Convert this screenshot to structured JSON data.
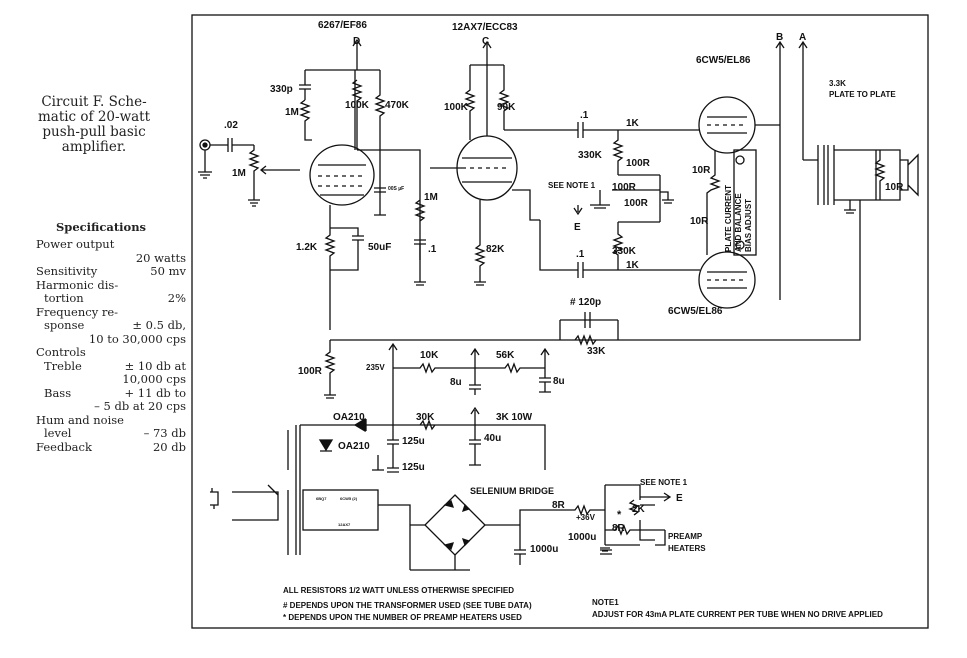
{
  "caption": [
    "Circuit F. Sche-",
    "matic of 20-watt",
    "push-pull basic",
    "amplifier."
  ],
  "specs": {
    "heading": "Specifications",
    "rows": [
      {
        "label": "Power output",
        "value": ""
      },
      {
        "label": "",
        "value": "20 watts"
      },
      {
        "label": "Sensitivity",
        "value": "50 mv"
      },
      {
        "label": "Harmonic dis-",
        "value": ""
      },
      {
        "label": "tortion",
        "value": "2%",
        "indent": true
      },
      {
        "label": "Frequency re-",
        "value": ""
      },
      {
        "label": "sponse",
        "value": "± 0.5 db,",
        "indent": true
      },
      {
        "label": "",
        "value": "10 to 30,000 cps"
      },
      {
        "label": "Controls",
        "value": ""
      },
      {
        "label": "Treble",
        "value": "± 10 db at",
        "indent": true
      },
      {
        "label": "",
        "value": "10,000 cps"
      },
      {
        "label": "Bass",
        "value": "+ 11 db to",
        "indent": true
      },
      {
        "label": "",
        "value": "– 5 db at 20 cps"
      },
      {
        "label": "Hum and noise",
        "value": ""
      },
      {
        "label": "level",
        "value": "– 73 db",
        "indent": true
      },
      {
        "label": "Feedback",
        "value": "20 db"
      }
    ]
  },
  "schematic": {
    "tube_ef86": "6267/EF86",
    "tube_ecc83": "12AX7/ECC83",
    "tube_el86_top": "6CW5/EL86",
    "tube_el86_bottom": "6CW5/EL86",
    "node_d": "D",
    "node_c": "C",
    "node_b": "B",
    "node_a": "A",
    "node_e": "E",
    "cap_in": ".02",
    "pot_1m": "1M",
    "c_330p": "330p",
    "r_1m_fb": "1M",
    "r_100k_a": "100K",
    "r_470k": "470K",
    "r_100k_b": "100K",
    "r_90k": "90K",
    "c_small": "00S µF",
    "r_1m_grid": "1M",
    "r_1_2k": "1.2K",
    "c_50uf": "50uF",
    "c_01_mid": ".1",
    "r_82k": "82K",
    "c_01_top": ".1",
    "c_01_bot": ".1",
    "r_1k_top": "1K",
    "r_1k_bot": "1K",
    "r_330k_top": "330K",
    "r_330k_bot": "330K",
    "r_100r_a": "100R",
    "r_100r_b": "100R",
    "r_100r_c": "100R",
    "see_note_1": "SEE NOTE 1",
    "r_10r_top": "10R",
    "r_10r_bot": "10R",
    "bias_label_1": "PLATE CURRENT",
    "bias_label_2": "AND BALANCE",
    "bias_label_3": "BIAS ADJUST",
    "xfmr_1": "3.3K",
    "xfmr_2": "PLATE TO PLATE",
    "r_10r_out": "10R",
    "c_120p": "# 120p",
    "r_33k": "33K",
    "r_100r_fb": "100R",
    "v_235": "235V",
    "r_10k": "10K",
    "r_56k": "56K",
    "c_8u_a": "8u",
    "c_8u_b": "8u",
    "diode_1": "OA210",
    "diode_2": "OA210",
    "r_30k": "30K",
    "r_3k": "3K 10W",
    "c_125u_a": "125u",
    "c_125u_b": "125u",
    "c_40u": "40u",
    "selenium": "SELENIUM BRIDGE",
    "r_8r_a": "8R",
    "r_8r_b": "8R",
    "v_36": "+36V",
    "star": "*",
    "see_note_1b": "SEE NOTE 1",
    "r_2k": "2K",
    "c_1000u_a": "1000u",
    "c_1000u_b": "1000u",
    "preamp_1": "PREAMP",
    "preamp_2": "HEATERS",
    "heater_a": "6BQ7",
    "heater_b": "6CW5 (2)",
    "heater_c": "12AX7",
    "notes_all": "ALL RESISTORS 1/2 WATT UNLESS OTHERWISE SPECIFIED",
    "notes_hash": "# DEPENDS UPON THE TRANSFORMER USED (SEE TUBE DATA)",
    "notes_star": "* DEPENDS UPON THE NUMBER OF PREAMP HEATERS USED",
    "note1_title": "NOTE1",
    "note1_text": "ADJUST FOR 43mA PLATE CURRENT PER TUBE WHEN NO DRIVE APPLIED"
  }
}
